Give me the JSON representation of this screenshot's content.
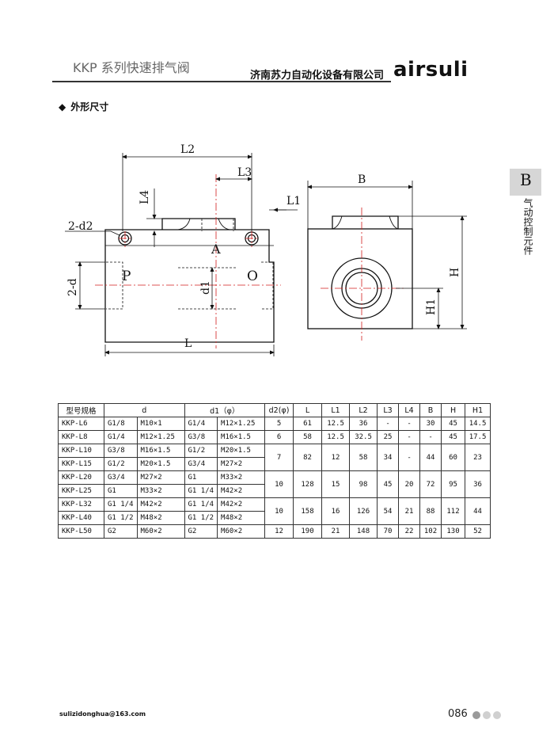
{
  "header": {
    "series_title": "KKP 系列快速排气阀",
    "company": "济南苏力自动化设备有限公司",
    "brand": "airsuli"
  },
  "section_title": "外形尺寸",
  "side_tab": {
    "letter": "B",
    "label": "气动控制元件"
  },
  "drawing": {
    "labels": {
      "L2": "L2",
      "L3": "L3",
      "L4": "L4",
      "L1": "L1",
      "d2": "2-d2",
      "A": "A",
      "P": "P",
      "O": "O",
      "d": "2-d",
      "d1": "d1",
      "L": "L",
      "B": "B",
      "H": "H",
      "H1": "H1"
    }
  },
  "table": {
    "headers": [
      "型号规格",
      "d",
      "d1（φ）",
      "d2(φ)",
      "L",
      "L1",
      "L2",
      "L3",
      "L4",
      "B",
      "H",
      "H1"
    ],
    "rows": [
      [
        "KKP-L6",
        "G1/8",
        "M10×1",
        "G1/4",
        "M12×1.25",
        "5",
        "61",
        "12.5",
        "36",
        "-",
        "-",
        "30",
        "45",
        "14.5"
      ],
      [
        "KKP-L8",
        "G1/4",
        "M12×1.25",
        "G3/8",
        "M16×1.5",
        "6",
        "58",
        "12.5",
        "32.5",
        "25",
        "-",
        "-",
        "45",
        "17.5"
      ],
      [
        "KKP-L10",
        "G3/8",
        "M16×1.5",
        "G1/2",
        "M20×1.5",
        "7",
        "82",
        "12",
        "58",
        "34",
        "-",
        "44",
        "60",
        "23"
      ],
      [
        "KKP-L15",
        "G1/2",
        "M20×1.5",
        "G3/4",
        "M27×2"
      ],
      [
        "KKP-L20",
        "G3/4",
        "M27×2",
        "G1",
        "M33×2",
        "10",
        "128",
        "15",
        "98",
        "45",
        "20",
        "72",
        "95",
        "36"
      ],
      [
        "KKP-L25",
        "G1",
        "M33×2",
        "G1 1/4",
        "M42×2"
      ],
      [
        "KKP-L32",
        "G1 1/4",
        "M42×2",
        "G1 1/4",
        "M42×2",
        "10",
        "158",
        "16",
        "126",
        "54",
        "21",
        "88",
        "112",
        "44"
      ],
      [
        "KKP-L40",
        "G1 1/2",
        "M48×2",
        "G1 1/2",
        "M48×2"
      ],
      [
        "KKP-L50",
        "G2",
        "M60×2",
        "G2",
        "M60×2",
        "12",
        "190",
        "21",
        "148",
        "70",
        "22",
        "102",
        "130",
        "52"
      ]
    ]
  },
  "footer": {
    "email": "sulizidonghua@163.com",
    "page": "086"
  },
  "colors": {
    "centerline": "#d21e1e",
    "dot_dark": "#9a9a9a",
    "dot_light": "#d0d0d0",
    "tab_bg": "#d6d6d6"
  }
}
